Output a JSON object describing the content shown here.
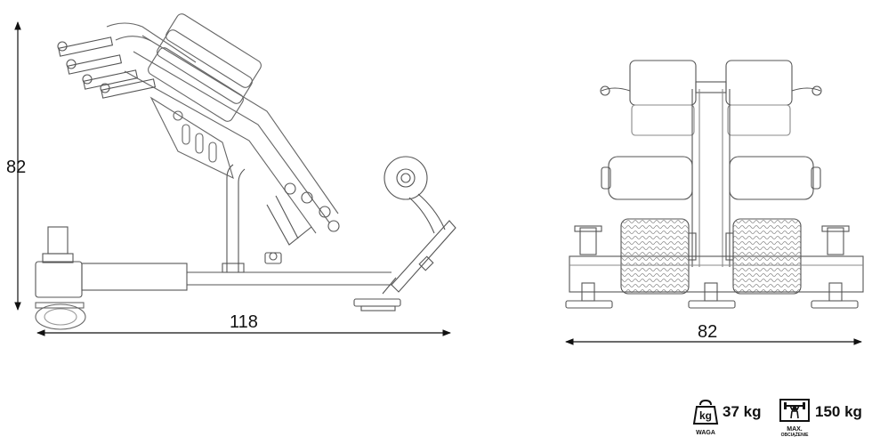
{
  "dimensions": {
    "side_height": "82",
    "side_length": "118",
    "front_width": "82"
  },
  "specs": {
    "weight": {
      "value": "37 kg",
      "icon_text": "kg",
      "caption": "WAGA"
    },
    "max_load": {
      "value": "150 kg",
      "caption_line1": "MAX.",
      "caption_line2": "OBCIĄŻENIE"
    }
  }
}
